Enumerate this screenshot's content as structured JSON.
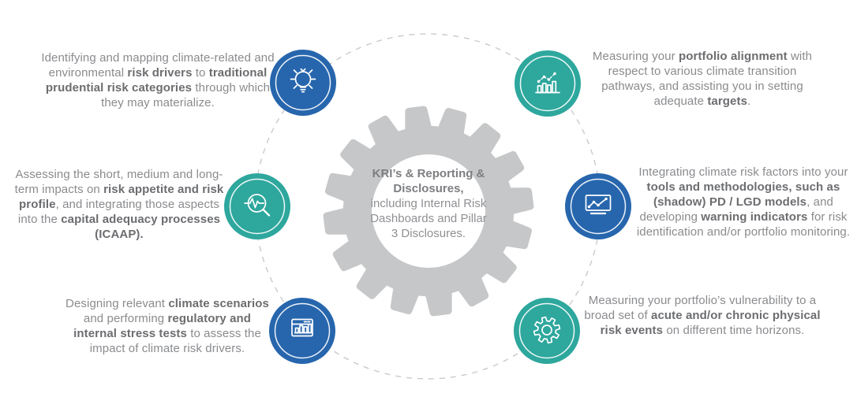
{
  "diagram": {
    "colors": {
      "blue": "#2766ad",
      "teal": "#2ea79d",
      "gear_gray": "#c6c7c8",
      "dashed_gray": "#c9cacc",
      "text_gray": "#8a8b8e",
      "text_bold_gray": "#6c6d70"
    },
    "center": {
      "segments": [
        {
          "text": "KRI’s & Reporting & Disclosures,",
          "bold": true
        },
        {
          "text": " including Internal Risk Dashboards and Pillar 3 Disclosures.",
          "bold": false
        }
      ]
    },
    "blocks": [
      {
        "id": "risk-driver-identification",
        "position": "top-left",
        "icon": "lightbulb-icon",
        "circle_color": "#2766ad",
        "segments": [
          {
            "text": "Identifying and mapping climate-related and environmental ",
            "bold": false
          },
          {
            "text": "risk drivers",
            "bold": true
          },
          {
            "text": " to ",
            "bold": false
          },
          {
            "text": "traditional prudential risk categories",
            "bold": true
          },
          {
            "text": " through which they may materialize.",
            "bold": false
          }
        ]
      },
      {
        "id": "risk-appetite-assessment",
        "position": "middle-left",
        "icon": "pulse-magnifier-icon",
        "circle_color": "#2ea79d",
        "segments": [
          {
            "text": "Assessing the short, medium and long-term impacts on ",
            "bold": false
          },
          {
            "text": "risk appetite and risk profile",
            "bold": true
          },
          {
            "text": ", and integrating those aspects into the ",
            "bold": false
          },
          {
            "text": "capital adequacy processes (ICAAP).",
            "bold": true
          }
        ]
      },
      {
        "id": "stress-testing",
        "position": "bottom-left",
        "icon": "window-bar-chart-icon",
        "circle_color": "#2766ad",
        "segments": [
          {
            "text": "Designing relevant ",
            "bold": false
          },
          {
            "text": "climate scenarios",
            "bold": true
          },
          {
            "text": " and performing ",
            "bold": false
          },
          {
            "text": "regulatory and internal stress tests",
            "bold": true
          },
          {
            "text": " to assess the impact of climate risk drivers.",
            "bold": false
          }
        ]
      },
      {
        "id": "portfolio-alignment",
        "position": "top-right",
        "icon": "bar-chart-trend-icon",
        "circle_color": "#2ea79d",
        "segments": [
          {
            "text": "Measuring your ",
            "bold": false
          },
          {
            "text": "portfolio alignment",
            "bold": true
          },
          {
            "text": " with respect to various climate transition pathways, and assisting you in setting adequate ",
            "bold": false
          },
          {
            "text": "targets",
            "bold": true
          },
          {
            "text": ".",
            "bold": false
          }
        ]
      },
      {
        "id": "tools-and-methodologies",
        "position": "middle-right",
        "icon": "monitor-line-chart-icon",
        "circle_color": "#2766ad",
        "segments": [
          {
            "text": "Integrating climate risk factors into your ",
            "bold": false
          },
          {
            "text": "tools and methodologies, such as (shadow) PD / LGD models",
            "bold": true
          },
          {
            "text": ", and developing ",
            "bold": false
          },
          {
            "text": "warning indicators",
            "bold": true
          },
          {
            "text": " for risk identification and/or portfolio monitoring.",
            "bold": false
          }
        ]
      },
      {
        "id": "physical-risk-vulnerability",
        "position": "bottom-right",
        "icon": "cog-icon",
        "circle_color": "#2ea79d",
        "segments": [
          {
            "text": "Measuring your portfolio’s vulnerability to a broad set of ",
            "bold": false
          },
          {
            "text": "acute and/or chronic physical risk events",
            "bold": true
          },
          {
            "text": " on different time horizons.",
            "bold": false
          }
        ]
      }
    ]
  }
}
